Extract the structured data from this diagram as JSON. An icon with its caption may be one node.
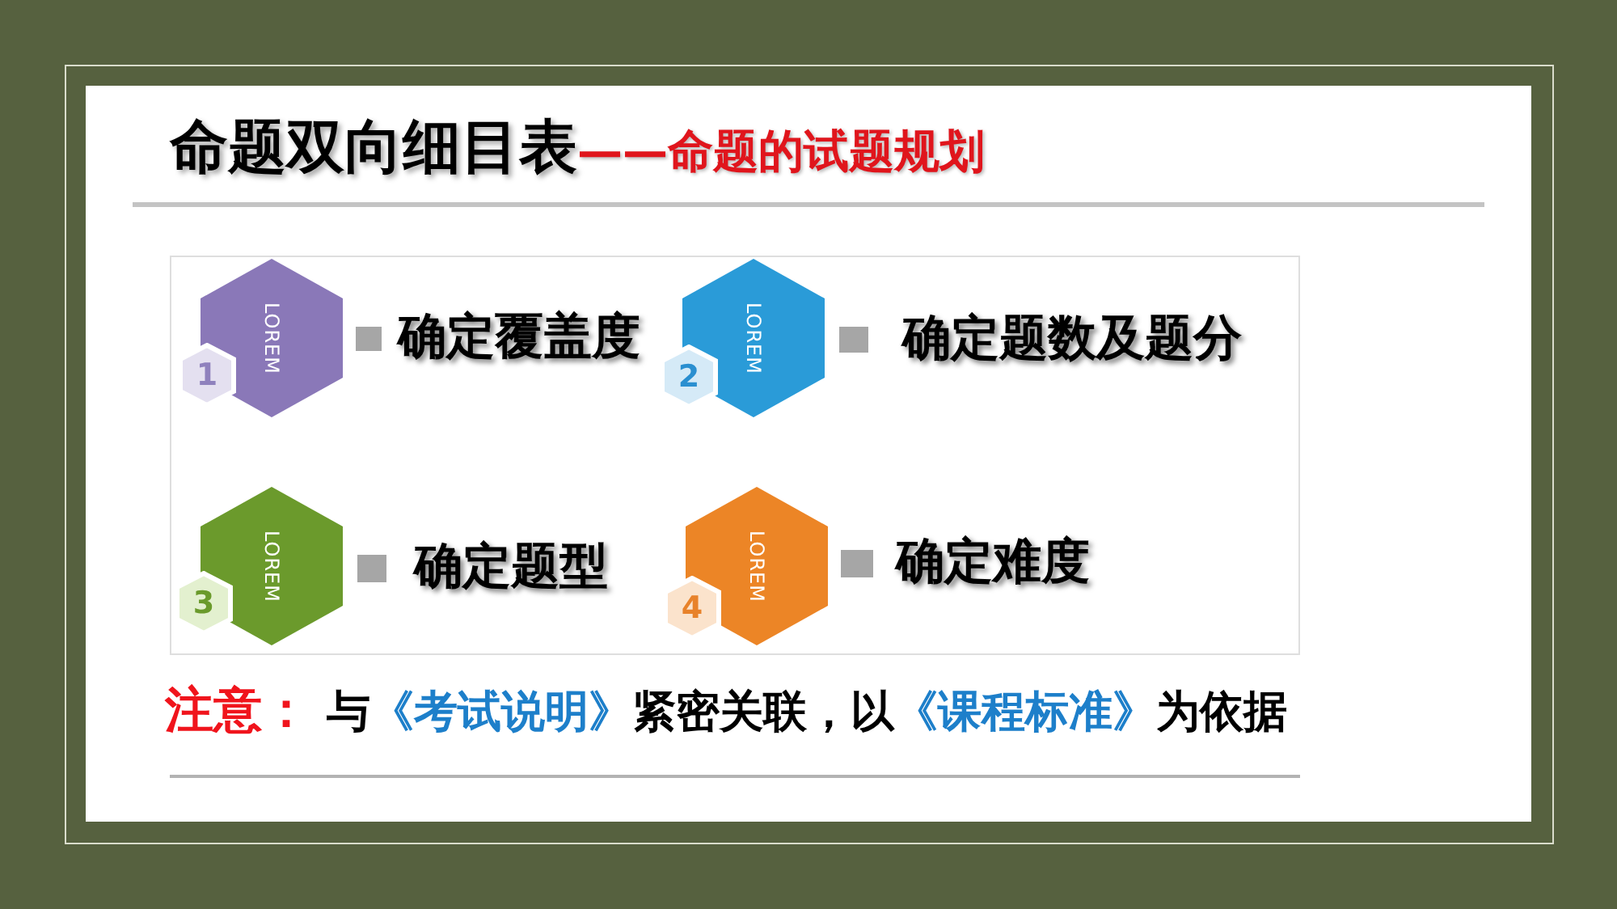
{
  "diagram": {
    "title": "命题双向细目表",
    "nodes": [
      {
        "text": [
          "LOREM"
        ]
      },
      {
        "text": [
          "1"
        ]
      },
      {
        "text": [
          "LOREM"
        ]
      },
      {
        "text": [
          "2"
        ]
      },
      {
        "text": [
          "LOREM"
        ]
      },
      {
        "text": [
          "3"
        ]
      },
      {
        "text": [
          "LOREM"
        ]
      },
      {
        "text": [
          "4"
        ]
      }
    ],
    "labels": [
      "——命题的试题规划",
      "确定覆盖度",
      "确定题数及题分",
      "确定题型",
      "确定难度",
      "注意：",
      "与**《考试说明》**紧密关联，以**《课程标准》**为依据"
    ]
  }
}
